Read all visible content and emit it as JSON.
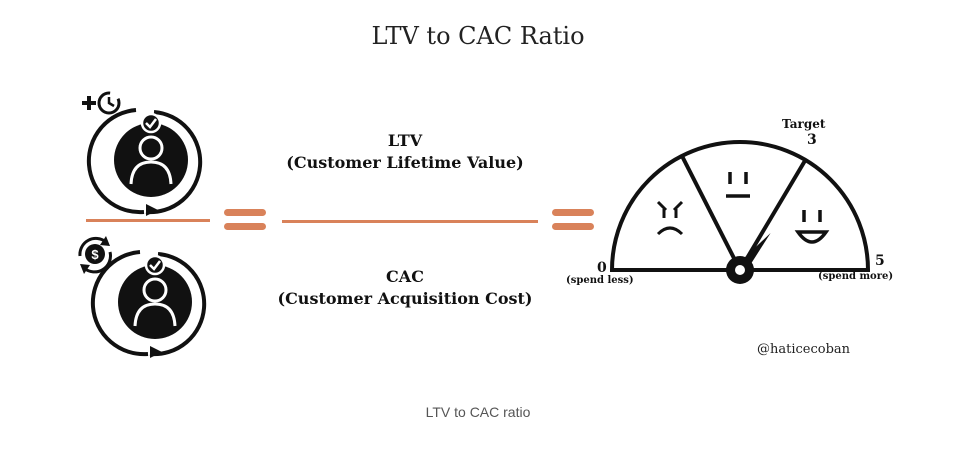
{
  "title": "LTV to CAC Ratio",
  "numerator": {
    "abbr": "LTV",
    "full": "(Customer Lifetime Value)"
  },
  "denominator": {
    "abbr": "CAC",
    "full": "(Customer Acquisition Cost)"
  },
  "gauge": {
    "target_label": "Target",
    "target_value": "3",
    "min_value": "0",
    "min_caption": "(spend less)",
    "max_value": "5",
    "max_caption": "(spend more)",
    "needle_value": 3.6,
    "min": 0,
    "max": 5
  },
  "handle": "@haticecoban",
  "caption": "LTV to CAC ratio",
  "colors": {
    "accent": "#d9825a",
    "ink": "#111111"
  },
  "icons": [
    "add-time-icon",
    "customer-avatar-icon",
    "dollar-cycle-icon"
  ]
}
